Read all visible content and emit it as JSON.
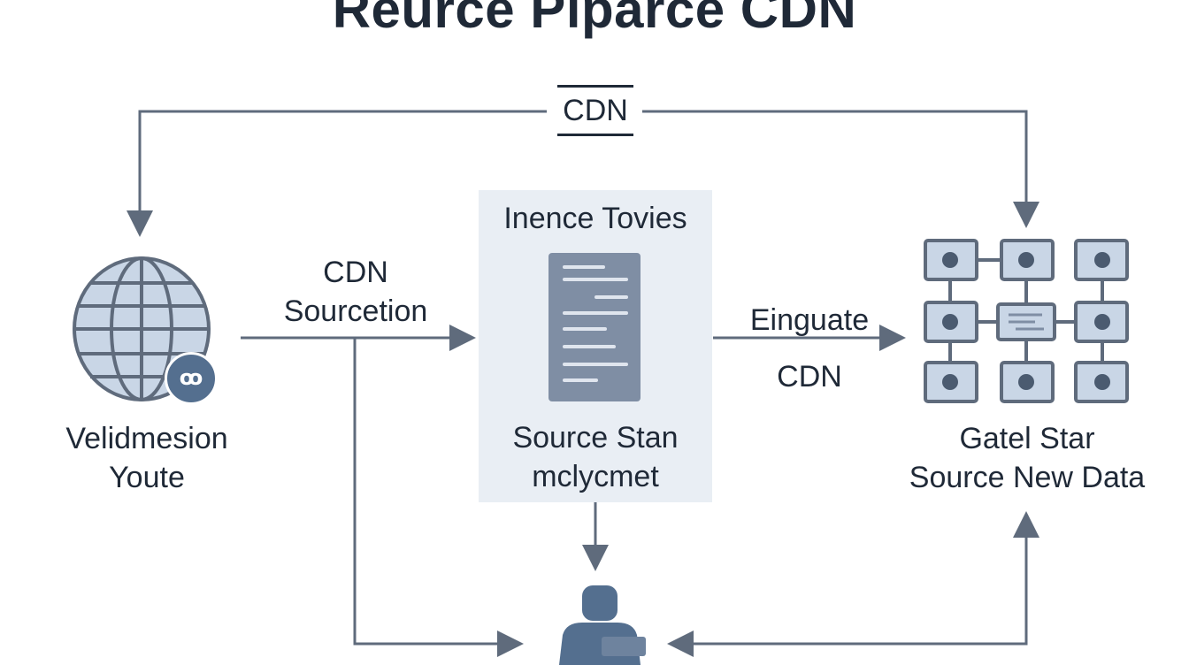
{
  "title": "Reurce Piparce CDN",
  "top_connector": {
    "label": "CDN"
  },
  "left_node": {
    "line1": "Velidmesion",
    "line2": "Youte",
    "icon": "globe-icon",
    "badge_icon": "user-badge-icon",
    "badge_text": "ꝏ"
  },
  "left_edge": {
    "line1": "CDN",
    "line2": "Sourcetion"
  },
  "center_node": {
    "header": "Inence Tovies",
    "line1": "Source Stan",
    "line2": "mclycmet",
    "icon": "document-icon"
  },
  "right_edge": {
    "line1": "Einguate",
    "line2": "CDN"
  },
  "right_node": {
    "line1": "Gatel Star",
    "line2": "Source New Data",
    "icon": "network-grid-icon"
  },
  "bottom_node": {
    "icon": "person-at-desk-icon"
  },
  "colors": {
    "line": "#5f6b7c",
    "panel": "#e9eef4",
    "icon_fill": "#c9d6e6",
    "icon_dark": "#546f8f",
    "doc": "#7f8ea4",
    "text": "#1f2937"
  }
}
